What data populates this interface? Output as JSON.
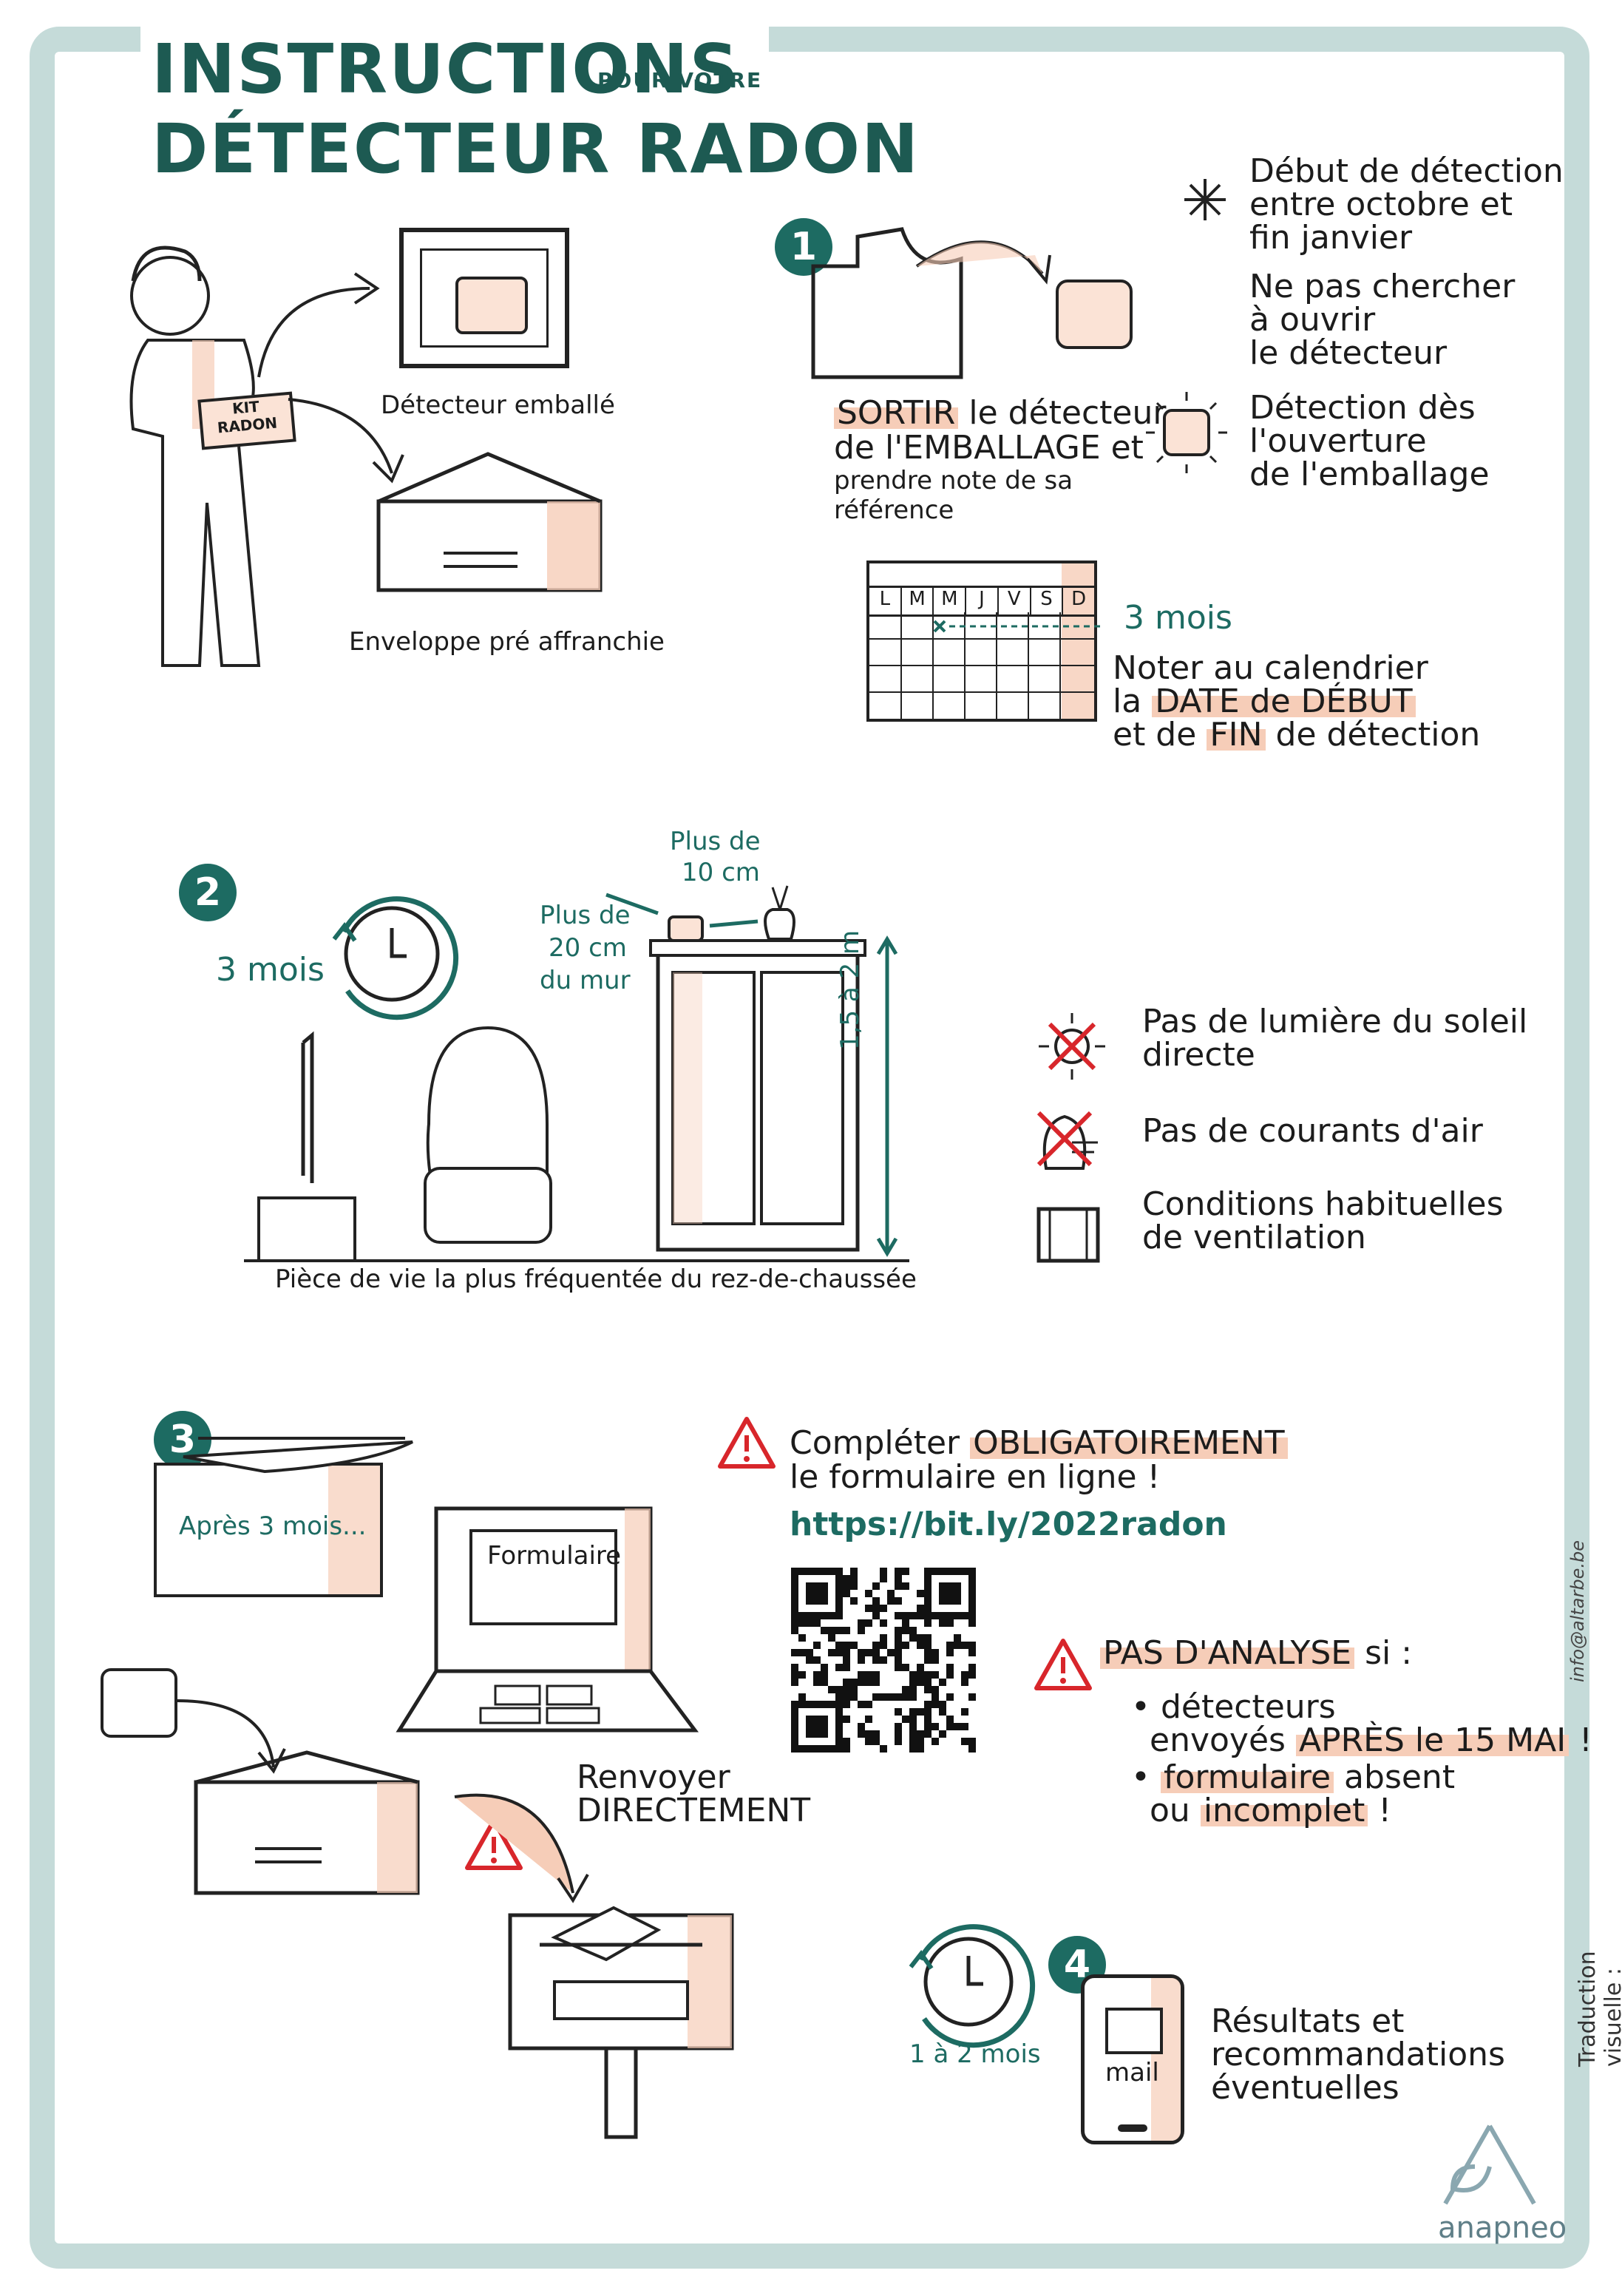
{
  "header": {
    "title_line1": "INSTRUCTIONS",
    "title_small": "POUR VOTRE",
    "title_line2": "DÉTECTEUR RADON"
  },
  "intro": {
    "kit_label_1": "KIT",
    "kit_label_2": "RADON",
    "packaged_detector": "Détecteur emballé",
    "envelope": "Enveloppe pré affranchie"
  },
  "step1": {
    "number": "1",
    "take_out_verb": "SORTIR",
    "take_out_rest": "le détecteur",
    "packaging": "de l'EMBALLAGE et",
    "note_ref_1": "prendre note de sa",
    "note_ref_2": "référence",
    "start_1": "Début de détection",
    "start_2": "entre octobre et",
    "start_3": "fin janvier",
    "no_open_1": "Ne pas chercher",
    "no_open_2": "à ouvrir",
    "no_open_3": "le détecteur",
    "detect_1": "Détection dès",
    "detect_2": "l'ouverture",
    "detect_3": "de l'emballage",
    "calendar_days": [
      "L",
      "M",
      "M",
      "J",
      "V",
      "S",
      "D"
    ],
    "duration": "3 mois",
    "note_cal_1": "Noter au calendrier",
    "note_cal_2a": "la",
    "note_cal_2b": "DATE de DÉBUT",
    "note_cal_3a": "et de",
    "note_cal_3b": "FIN",
    "note_cal_3c": "de détection"
  },
  "step2": {
    "number": "2",
    "duration": "3 mois",
    "top_dist_1": "Plus de",
    "top_dist_2": "10 cm",
    "wall_dist_1": "Plus de",
    "wall_dist_2": "20 cm",
    "wall_dist_3": "du mur",
    "height": "1,5 à 2 m",
    "room": "Pièce de vie la plus fréquentée du rez-de-chaussée",
    "no_sun_1": "Pas de lumière du soleil",
    "no_sun_2": "directe",
    "no_draft": "Pas de courants d'air",
    "vent_1": "Conditions habituelles",
    "vent_2": "de ventilation"
  },
  "step3": {
    "number": "3",
    "after": "Après 3 mois...",
    "form": "Formulaire",
    "send_1": "Renvoyer",
    "send_2": "DIRECTEMENT",
    "complete_1a": "Compléter",
    "complete_1b": "OBLIGATOIREMENT",
    "complete_2": "le formulaire en ligne !",
    "url": "https://bit.ly/2022radon",
    "no_analysis_a": "PAS D'ANALYSE",
    "no_analysis_b": "si :",
    "bullet1_1": "détecteurs",
    "bullet1_2a": "envoyés",
    "bullet1_2b": "APRÈS le 15 MAI",
    "bullet1_2c": "!",
    "bullet2_1a": "formulaire",
    "bullet2_1b": "absent",
    "bullet2_2a": "ou",
    "bullet2_2b": "incomplet",
    "bullet2_2c": "!"
  },
  "step4": {
    "number": "4",
    "duration": "1 à 2 mois",
    "mail": "mail",
    "results_1": "Résultats et",
    "results_2": "recommandations",
    "results_3": "éventuelles"
  },
  "footer": {
    "credit": "Traduction visuelle : AL Tarbe",
    "email": "info@altarbe.be",
    "brand": "anapneo"
  },
  "colors": {
    "teal": "#1d6b62",
    "frame": "#c5dbd9",
    "highlight": "#f6cdb8",
    "warning": "#d8262b"
  }
}
